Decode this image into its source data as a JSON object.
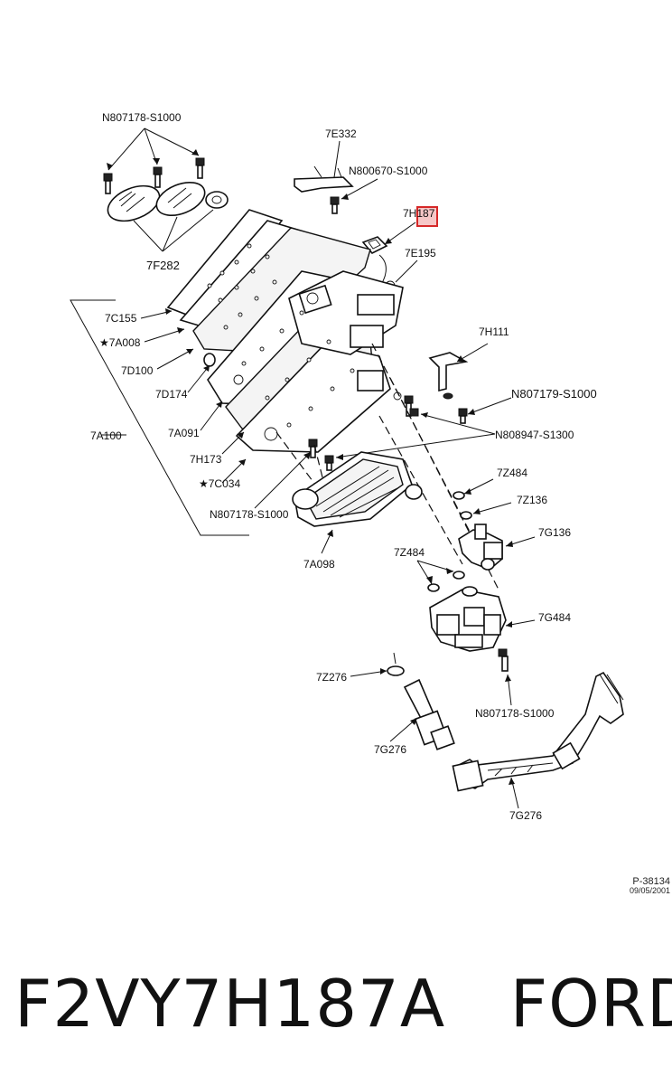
{
  "labels": {
    "n807178_top": "N807178-S1000",
    "e332": "7E332",
    "n800670": "N800670-S1000",
    "h187": "7H187",
    "e195": "7E195",
    "f282": "7F282",
    "c155": "7C155",
    "a008": "★7A008",
    "d100": "7D100",
    "d174": "7D174",
    "h111": "7H111",
    "n807179": "N807179-S1000",
    "a100": "7A100",
    "a091": "7A091",
    "n808947": "N808947-S1300",
    "h173": "7H173",
    "c034": "★7C034",
    "z484_a": "7Z484",
    "n807178_mid": "N807178-S1000",
    "z136": "7Z136",
    "g136": "7G136",
    "a098": "7A098",
    "z484_b": "7Z484",
    "g484": "7G484",
    "z276": "7Z276",
    "n807178_low": "N807178-S1000",
    "g276_a": "7G276",
    "g276_b": "7G276"
  },
  "reference": {
    "code": "P-38134",
    "date": "09/05/2001"
  },
  "caption": {
    "part_number": "F2VY7H187A",
    "brand": "FORD"
  },
  "highlight_color": "#d62828"
}
